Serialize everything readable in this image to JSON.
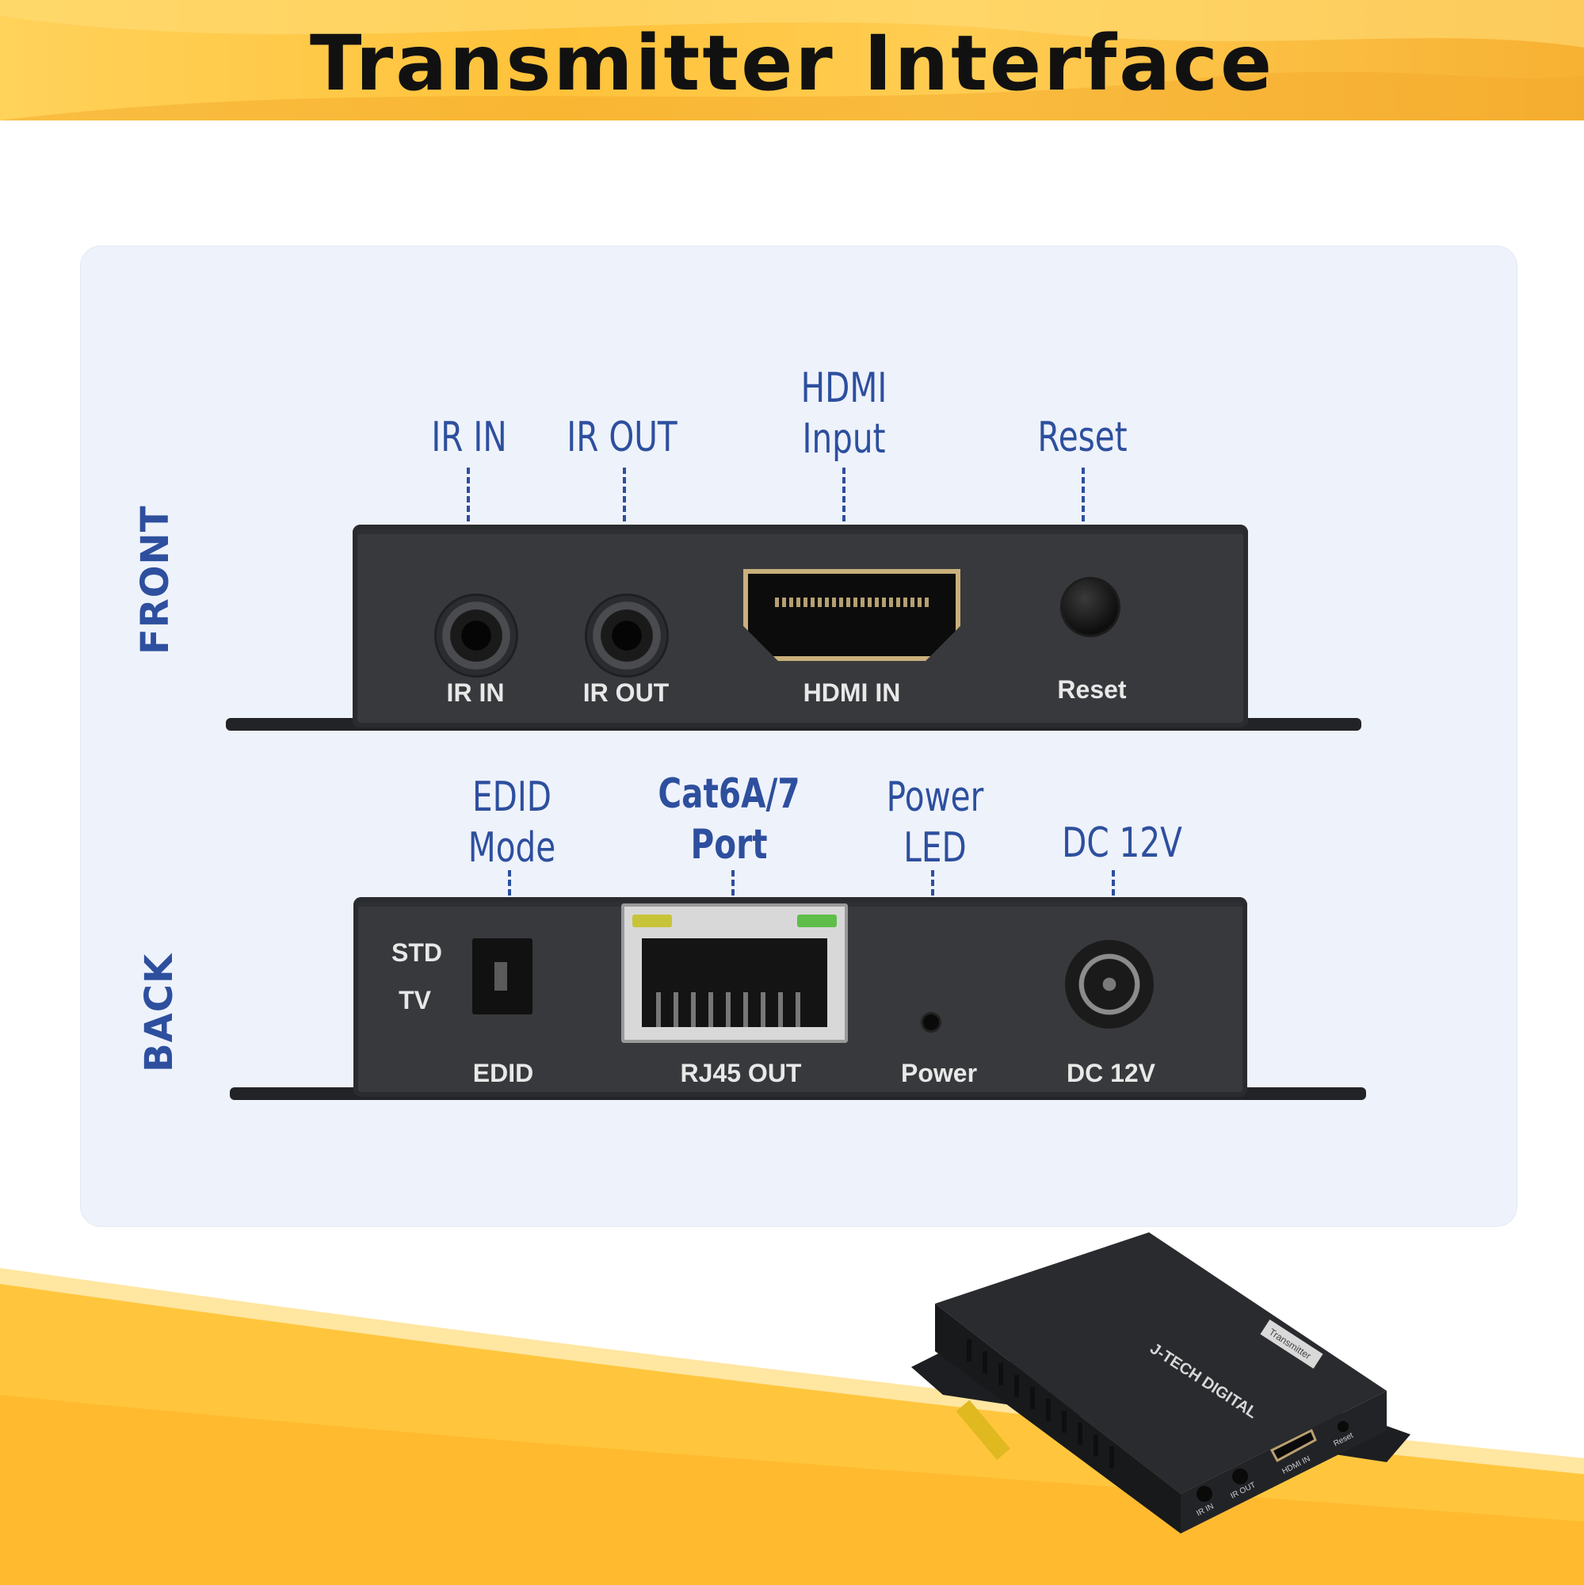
{
  "title": "Transmitter Interface",
  "colors": {
    "callout": "#2d4f9e",
    "dot": "#2f5bb9",
    "banner": "#ffc23a",
    "panel": "#eef2fb",
    "device": "#38393c"
  },
  "front": {
    "side_label": "FRONT",
    "callouts": [
      {
        "line1": "IR IN",
        "line2": ""
      },
      {
        "line1": "IR OUT",
        "line2": ""
      },
      {
        "line1": "HDMI",
        "line2": "Input"
      },
      {
        "line1": "Reset",
        "line2": ""
      }
    ],
    "silkscreen": {
      "ir_in": "IR IN",
      "ir_out": "IR OUT",
      "hdmi_in": "HDMI IN",
      "reset": "Reset"
    }
  },
  "back": {
    "side_label": "BACK",
    "callouts": [
      {
        "line1": "EDID",
        "line2": "Mode"
      },
      {
        "line1": "Cat6A/7",
        "line2": "Port"
      },
      {
        "line1": "Power",
        "line2": "LED"
      },
      {
        "line1": "DC 12V",
        "line2": ""
      }
    ],
    "silkscreen": {
      "std": "STD",
      "tv": "TV",
      "edid": "EDID",
      "rj45_out": "RJ45 OUT",
      "power": "Power",
      "dc": "DC 12V"
    }
  },
  "product": {
    "brand": "J-TECH DIGITAL",
    "tag": "Transmitter",
    "ports": [
      "IR IN",
      "IR OUT",
      "HDMI IN",
      "Reset"
    ]
  }
}
